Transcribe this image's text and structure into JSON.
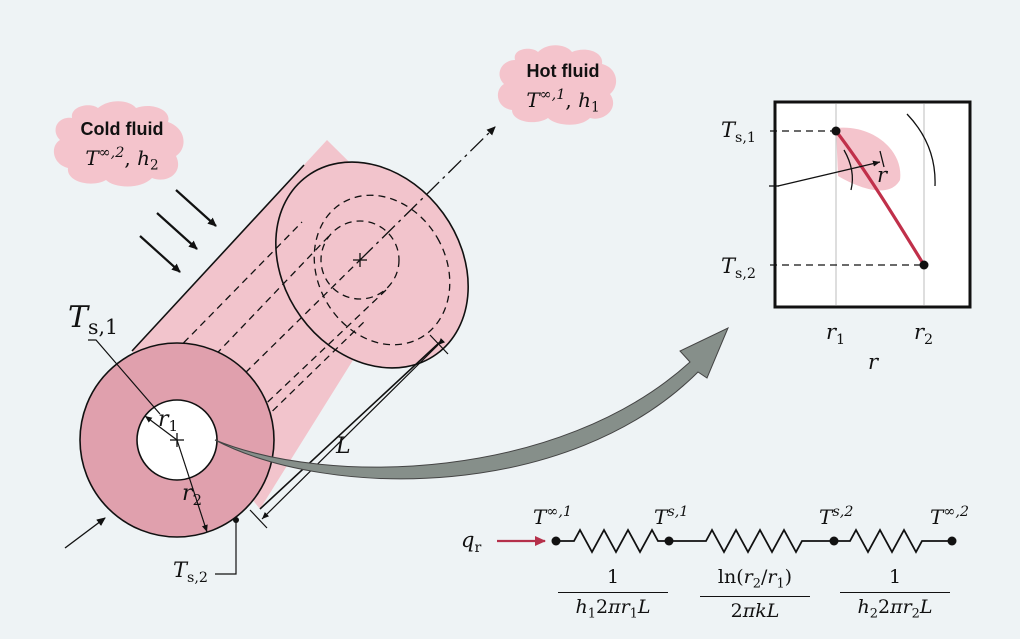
{
  "labels": {
    "hot_fluid": {
      "title": "Hot fluid",
      "temp": "T",
      "temp_up": "∞,1",
      "sep": ", ",
      "h": "h",
      "h_sub": "1"
    },
    "cold_fluid": {
      "title": "Cold fluid",
      "temp": "T",
      "temp_up": "∞,2",
      "sep": ", ",
      "h": "h",
      "h_sub": "2"
    },
    "ts1_cyl": {
      "t": "T",
      "sub": "s,1"
    },
    "ts2_cyl": {
      "t": "T",
      "sub": "s,2"
    },
    "r1": {
      "t": "r",
      "sub": "1"
    },
    "r2": {
      "t": "r",
      "sub": "2"
    },
    "L": "L"
  },
  "profile_plot": {
    "y_labels": [
      {
        "t": "T",
        "sub": "s,1"
      },
      {
        "t": "T",
        "sub": "s,2"
      }
    ],
    "x_ticks": [
      {
        "t": "r",
        "sub": "1"
      },
      {
        "t": "r",
        "sub": "2"
      }
    ],
    "x_label": "r",
    "inner_label": "r",
    "curve_color": "#c0304a"
  },
  "circuit": {
    "heat_rate": {
      "t": "q",
      "sub": "r"
    },
    "node_labels": [
      {
        "t": "T",
        "up": "∞,1"
      },
      {
        "t": "T",
        "up": "s,1"
      },
      {
        "t": "T",
        "up": "s,2"
      },
      {
        "t": "T",
        "up": "∞,2"
      }
    ],
    "resistances": [
      {
        "num": "1",
        "den": [
          {
            "t": "h",
            "it": true
          },
          {
            "t": "1",
            "sub": true
          },
          {
            "t": "2"
          },
          {
            "t": "π",
            "it": true
          },
          {
            "t": "r",
            "it": true
          },
          {
            "t": "1",
            "sub": true
          },
          {
            "t": "L",
            "it": true
          }
        ]
      },
      {
        "num": [
          {
            "t": "ln("
          },
          {
            "t": "r",
            "it": true
          },
          {
            "t": "2",
            "sub": true
          },
          {
            "t": "/"
          },
          {
            "t": "r",
            "it": true
          },
          {
            "t": "1",
            "sub": true
          },
          {
            "t": ")"
          }
        ],
        "den": [
          {
            "t": "2"
          },
          {
            "t": "π",
            "it": true
          },
          {
            "t": "kL",
            "it": true
          }
        ]
      },
      {
        "num": "1",
        "den": [
          {
            "t": "h",
            "it": true
          },
          {
            "t": "2",
            "sub": true
          },
          {
            "t": "2"
          },
          {
            "t": "π",
            "it": true
          },
          {
            "t": "r",
            "it": true
          },
          {
            "t": "2",
            "sub": true
          },
          {
            "t": "L",
            "it": true
          }
        ]
      }
    ],
    "arrow_color": "#b5304a"
  },
  "colors": {
    "cylinder": "#f2c4cc",
    "annulus": "#e0a0ad",
    "cloud": "#f4c4cc",
    "big_arrow": "#868f8a",
    "page": "#eef3f5"
  }
}
